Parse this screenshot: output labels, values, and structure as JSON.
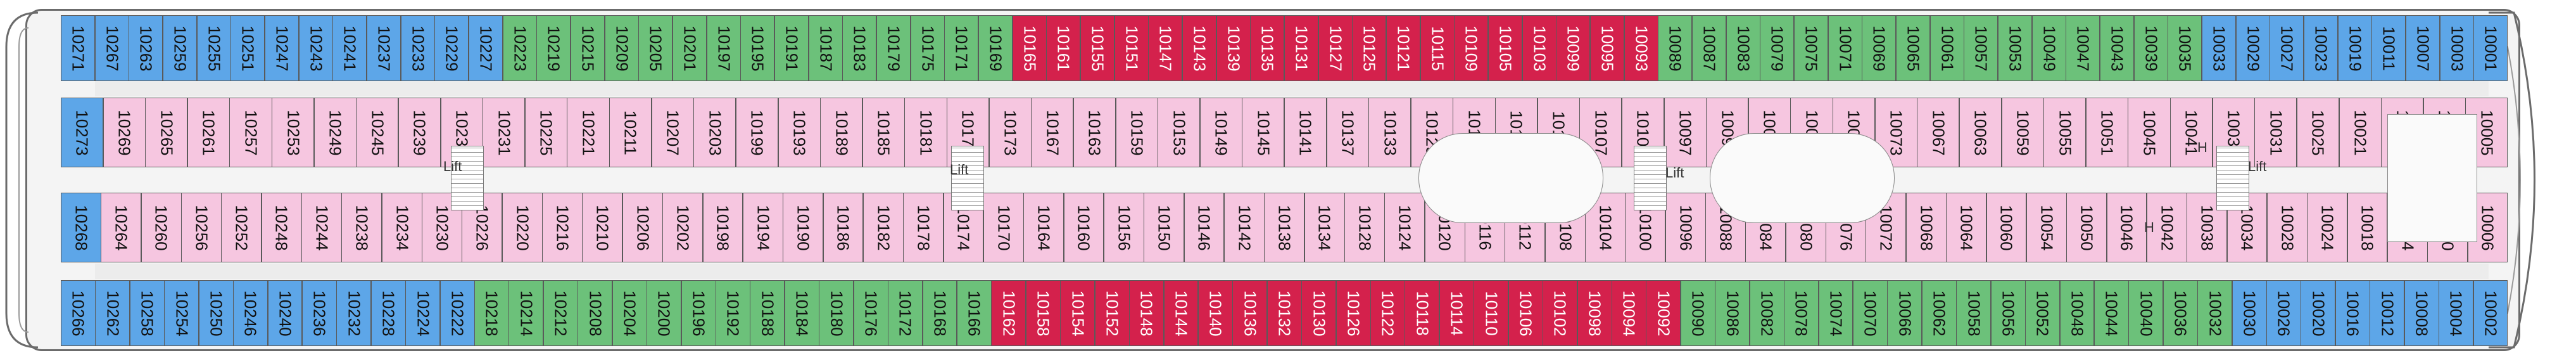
{
  "deck": {
    "lift_label": "Lift",
    "h_label": "H"
  },
  "legend_colors": {
    "suite": "#5da6e8",
    "balcony": "#6cc17a",
    "grand_suite": "#d4214c",
    "inside": "#f6c6e0"
  },
  "rows": {
    "top_outer": [
      {
        "n": "10271",
        "t": "suite"
      },
      {
        "n": "10267",
        "t": "suite"
      },
      {
        "n": "10263",
        "t": "suite"
      },
      {
        "n": "10259",
        "t": "suite"
      },
      {
        "n": "10255",
        "t": "suite"
      },
      {
        "n": "10251",
        "t": "suite"
      },
      {
        "n": "10247",
        "t": "suite"
      },
      {
        "n": "10243",
        "t": "suite"
      },
      {
        "n": "10241",
        "t": "suite"
      },
      {
        "n": "10237",
        "t": "suite"
      },
      {
        "n": "10233",
        "t": "suite"
      },
      {
        "n": "10229",
        "t": "suite"
      },
      {
        "n": "10227",
        "t": "suite"
      },
      {
        "n": "10223",
        "t": "balcony"
      },
      {
        "n": "10219",
        "t": "balcony"
      },
      {
        "n": "10215",
        "t": "balcony"
      },
      {
        "n": "10209",
        "t": "balcony"
      },
      {
        "n": "10205",
        "t": "balcony"
      },
      {
        "n": "10201",
        "t": "balcony"
      },
      {
        "n": "10197",
        "t": "balcony"
      },
      {
        "n": "10195",
        "t": "balcony"
      },
      {
        "n": "10191",
        "t": "balcony"
      },
      {
        "n": "10187",
        "t": "balcony"
      },
      {
        "n": "10183",
        "t": "balcony"
      },
      {
        "n": "10179",
        "t": "balcony"
      },
      {
        "n": "10175",
        "t": "balcony"
      },
      {
        "n": "10171",
        "t": "balcony"
      },
      {
        "n": "10169",
        "t": "balcony"
      },
      {
        "n": "10165",
        "t": "grand"
      },
      {
        "n": "10161",
        "t": "grand"
      },
      {
        "n": "10155",
        "t": "grand"
      },
      {
        "n": "10151",
        "t": "grand"
      },
      {
        "n": "10147",
        "t": "grand"
      },
      {
        "n": "10143",
        "t": "grand"
      },
      {
        "n": "10139",
        "t": "grand"
      },
      {
        "n": "10135",
        "t": "grand"
      },
      {
        "n": "10131",
        "t": "grand"
      },
      {
        "n": "10127",
        "t": "grand"
      },
      {
        "n": "10125",
        "t": "grand"
      },
      {
        "n": "10121",
        "t": "grand"
      },
      {
        "n": "10115",
        "t": "grand"
      },
      {
        "n": "10109",
        "t": "grand"
      },
      {
        "n": "10105",
        "t": "grand"
      },
      {
        "n": "10103",
        "t": "grand"
      },
      {
        "n": "10099",
        "t": "grand"
      },
      {
        "n": "10095",
        "t": "grand"
      },
      {
        "n": "10093",
        "t": "grand"
      },
      {
        "n": "10089",
        "t": "balcony"
      },
      {
        "n": "10087",
        "t": "balcony"
      },
      {
        "n": "10083",
        "t": "balcony"
      },
      {
        "n": "10079",
        "t": "balcony"
      },
      {
        "n": "10075",
        "t": "balcony"
      },
      {
        "n": "10071",
        "t": "balcony"
      },
      {
        "n": "10069",
        "t": "balcony"
      },
      {
        "n": "10065",
        "t": "balcony"
      },
      {
        "n": "10061",
        "t": "balcony"
      },
      {
        "n": "10057",
        "t": "balcony"
      },
      {
        "n": "10053",
        "t": "balcony"
      },
      {
        "n": "10049",
        "t": "balcony"
      },
      {
        "n": "10047",
        "t": "balcony"
      },
      {
        "n": "10043",
        "t": "balcony"
      },
      {
        "n": "10039",
        "t": "balcony"
      },
      {
        "n": "10035",
        "t": "balcony"
      },
      {
        "n": "10033",
        "t": "suite"
      },
      {
        "n": "10029",
        "t": "suite"
      },
      {
        "n": "10027",
        "t": "suite"
      },
      {
        "n": "10023",
        "t": "suite"
      },
      {
        "n": "10019",
        "t": "suite"
      },
      {
        "n": "10011",
        "t": "suite"
      },
      {
        "n": "10007",
        "t": "suite"
      },
      {
        "n": "10003",
        "t": "suite"
      },
      {
        "n": "10001",
        "t": "suite"
      }
    ],
    "top_inner": [
      {
        "n": "10273",
        "t": "suite"
      },
      {
        "n": "10269",
        "t": "inside"
      },
      {
        "n": "10265",
        "t": "inside"
      },
      {
        "n": "10261",
        "t": "inside"
      },
      {
        "n": "10257",
        "t": "inside"
      },
      {
        "n": "10253",
        "t": "inside"
      },
      {
        "n": "10249",
        "t": "inside"
      },
      {
        "n": "10245",
        "t": "inside"
      },
      {
        "n": "10239",
        "t": "inside"
      },
      {
        "n": "10235",
        "t": "inside"
      },
      {
        "n": "10231",
        "t": "inside"
      },
      {
        "n": "10225",
        "t": "inside"
      },
      {
        "n": "10221",
        "t": "inside"
      },
      {
        "n": "10211",
        "t": "inside"
      },
      {
        "n": "10207",
        "t": "inside"
      },
      {
        "n": "10203",
        "t": "inside"
      },
      {
        "n": "10199",
        "t": "inside"
      },
      {
        "n": "10193",
        "t": "inside"
      },
      {
        "n": "10189",
        "t": "inside"
      },
      {
        "n": "10185",
        "t": "inside"
      },
      {
        "n": "10181",
        "t": "inside"
      },
      {
        "n": "10177",
        "t": "inside"
      },
      {
        "n": "10173",
        "t": "inside"
      },
      {
        "n": "10167",
        "t": "inside"
      },
      {
        "n": "10163",
        "t": "inside"
      },
      {
        "n": "10159",
        "t": "inside"
      },
      {
        "n": "10153",
        "t": "inside"
      },
      {
        "n": "10149",
        "t": "inside"
      },
      {
        "n": "10145",
        "t": "inside"
      },
      {
        "n": "10141",
        "t": "inside"
      },
      {
        "n": "10137",
        "t": "inside"
      },
      {
        "n": "10133",
        "t": "inside"
      },
      {
        "n": "10129",
        "t": "inside"
      },
      {
        "n": "10123",
        "t": "inside"
      },
      {
        "n": "10119",
        "t": "inside"
      },
      {
        "n": "10111",
        "t": "inside"
      },
      {
        "n": "10107",
        "t": "inside"
      },
      {
        "n": "10101",
        "t": "inside"
      },
      {
        "n": "10097",
        "t": "inside"
      },
      {
        "n": "10091",
        "t": "inside"
      },
      {
        "n": "10085",
        "t": "inside"
      },
      {
        "n": "10081",
        "t": "inside"
      },
      {
        "n": "10077",
        "t": "inside"
      },
      {
        "n": "10073",
        "t": "inside"
      },
      {
        "n": "10067",
        "t": "inside"
      },
      {
        "n": "10063",
        "t": "inside"
      },
      {
        "n": "10059",
        "t": "inside"
      },
      {
        "n": "10055",
        "t": "inside"
      },
      {
        "n": "10051",
        "t": "inside"
      },
      {
        "n": "10045",
        "t": "inside"
      },
      {
        "n": "10041",
        "t": "inside"
      },
      {
        "n": "10037",
        "t": "inside"
      },
      {
        "n": "10031",
        "t": "inside"
      },
      {
        "n": "10025",
        "t": "inside"
      },
      {
        "n": "10021",
        "t": "inside"
      },
      {
        "n": "10015",
        "t": "inside"
      },
      {
        "n": "10009",
        "t": "inside"
      },
      {
        "n": "10005",
        "t": "inside"
      }
    ],
    "bottom_inner": [
      {
        "n": "10268",
        "t": "suite"
      },
      {
        "n": "10264",
        "t": "inside"
      },
      {
        "n": "10260",
        "t": "inside"
      },
      {
        "n": "10256",
        "t": "inside"
      },
      {
        "n": "10252",
        "t": "inside"
      },
      {
        "n": "10248",
        "t": "inside"
      },
      {
        "n": "10244",
        "t": "inside"
      },
      {
        "n": "10238",
        "t": "inside"
      },
      {
        "n": "10234",
        "t": "inside"
      },
      {
        "n": "10230",
        "t": "inside"
      },
      {
        "n": "10226",
        "t": "inside"
      },
      {
        "n": "10220",
        "t": "inside"
      },
      {
        "n": "10216",
        "t": "inside"
      },
      {
        "n": "10210",
        "t": "inside"
      },
      {
        "n": "10206",
        "t": "inside"
      },
      {
        "n": "10202",
        "t": "inside"
      },
      {
        "n": "10198",
        "t": "inside"
      },
      {
        "n": "10194",
        "t": "inside"
      },
      {
        "n": "10190",
        "t": "inside"
      },
      {
        "n": "10186",
        "t": "inside"
      },
      {
        "n": "10182",
        "t": "inside"
      },
      {
        "n": "10178",
        "t": "inside"
      },
      {
        "n": "10174",
        "t": "inside"
      },
      {
        "n": "10170",
        "t": "inside"
      },
      {
        "n": "10164",
        "t": "inside"
      },
      {
        "n": "10160",
        "t": "inside"
      },
      {
        "n": "10156",
        "t": "inside"
      },
      {
        "n": "10150",
        "t": "inside"
      },
      {
        "n": "10146",
        "t": "inside"
      },
      {
        "n": "10142",
        "t": "inside"
      },
      {
        "n": "10138",
        "t": "inside"
      },
      {
        "n": "10134",
        "t": "inside"
      },
      {
        "n": "10128",
        "t": "inside"
      },
      {
        "n": "10124",
        "t": "inside"
      },
      {
        "n": "10120",
        "t": "inside"
      },
      {
        "n": "10116",
        "t": "inside"
      },
      {
        "n": "10112",
        "t": "inside"
      },
      {
        "n": "10108",
        "t": "inside"
      },
      {
        "n": "10104",
        "t": "inside"
      },
      {
        "n": "10100",
        "t": "inside"
      },
      {
        "n": "10096",
        "t": "inside"
      },
      {
        "n": "10088",
        "t": "inside"
      },
      {
        "n": "10084",
        "t": "inside"
      },
      {
        "n": "10080",
        "t": "inside"
      },
      {
        "n": "10076",
        "t": "inside"
      },
      {
        "n": "10072",
        "t": "inside"
      },
      {
        "n": "10068",
        "t": "inside"
      },
      {
        "n": "10064",
        "t": "inside"
      },
      {
        "n": "10060",
        "t": "inside"
      },
      {
        "n": "10054",
        "t": "inside"
      },
      {
        "n": "10050",
        "t": "inside"
      },
      {
        "n": "10046",
        "t": "inside"
      },
      {
        "n": "10042",
        "t": "inside"
      },
      {
        "n": "10038",
        "t": "inside"
      },
      {
        "n": "10034",
        "t": "inside"
      },
      {
        "n": "10028",
        "t": "inside"
      },
      {
        "n": "10024",
        "t": "inside"
      },
      {
        "n": "10018",
        "t": "inside"
      },
      {
        "n": "10014",
        "t": "inside"
      },
      {
        "n": "10010",
        "t": "inside"
      },
      {
        "n": "10006",
        "t": "inside"
      }
    ],
    "bottom_outer": [
      {
        "n": "10266",
        "t": "suite"
      },
      {
        "n": "10262",
        "t": "suite"
      },
      {
        "n": "10258",
        "t": "suite"
      },
      {
        "n": "10254",
        "t": "suite"
      },
      {
        "n": "10250",
        "t": "suite"
      },
      {
        "n": "10246",
        "t": "suite"
      },
      {
        "n": "10240",
        "t": "suite"
      },
      {
        "n": "10236",
        "t": "suite"
      },
      {
        "n": "10232",
        "t": "suite"
      },
      {
        "n": "10228",
        "t": "suite"
      },
      {
        "n": "10224",
        "t": "suite"
      },
      {
        "n": "10222",
        "t": "suite"
      },
      {
        "n": "10218",
        "t": "balcony"
      },
      {
        "n": "10214",
        "t": "balcony"
      },
      {
        "n": "10212",
        "t": "balcony"
      },
      {
        "n": "10208",
        "t": "balcony"
      },
      {
        "n": "10204",
        "t": "balcony"
      },
      {
        "n": "10200",
        "t": "balcony"
      },
      {
        "n": "10196",
        "t": "balcony"
      },
      {
        "n": "10192",
        "t": "balcony"
      },
      {
        "n": "10188",
        "t": "balcony"
      },
      {
        "n": "10184",
        "t": "balcony"
      },
      {
        "n": "10180",
        "t": "balcony"
      },
      {
        "n": "10176",
        "t": "balcony"
      },
      {
        "n": "10172",
        "t": "balcony"
      },
      {
        "n": "10168",
        "t": "balcony"
      },
      {
        "n": "10166",
        "t": "balcony"
      },
      {
        "n": "10162",
        "t": "grand"
      },
      {
        "n": "10158",
        "t": "grand"
      },
      {
        "n": "10154",
        "t": "grand"
      },
      {
        "n": "10152",
        "t": "grand"
      },
      {
        "n": "10148",
        "t": "grand"
      },
      {
        "n": "10144",
        "t": "grand"
      },
      {
        "n": "10140",
        "t": "grand"
      },
      {
        "n": "10136",
        "t": "grand"
      },
      {
        "n": "10132",
        "t": "grand"
      },
      {
        "n": "10130",
        "t": "grand"
      },
      {
        "n": "10126",
        "t": "grand"
      },
      {
        "n": "10122",
        "t": "grand"
      },
      {
        "n": "10118",
        "t": "grand"
      },
      {
        "n": "10114",
        "t": "grand"
      },
      {
        "n": "10110",
        "t": "grand"
      },
      {
        "n": "10106",
        "t": "grand"
      },
      {
        "n": "10102",
        "t": "grand"
      },
      {
        "n": "10098",
        "t": "grand"
      },
      {
        "n": "10094",
        "t": "grand"
      },
      {
        "n": "10092",
        "t": "grand"
      },
      {
        "n": "10090",
        "t": "balcony"
      },
      {
        "n": "10086",
        "t": "balcony"
      },
      {
        "n": "10082",
        "t": "balcony"
      },
      {
        "n": "10078",
        "t": "balcony"
      },
      {
        "n": "10074",
        "t": "balcony"
      },
      {
        "n": "10070",
        "t": "balcony"
      },
      {
        "n": "10066",
        "t": "balcony"
      },
      {
        "n": "10062",
        "t": "balcony"
      },
      {
        "n": "10058",
        "t": "balcony"
      },
      {
        "n": "10056",
        "t": "balcony"
      },
      {
        "n": "10052",
        "t": "balcony"
      },
      {
        "n": "10048",
        "t": "balcony"
      },
      {
        "n": "10044",
        "t": "balcony"
      },
      {
        "n": "10040",
        "t": "balcony"
      },
      {
        "n": "10036",
        "t": "balcony"
      },
      {
        "n": "10032",
        "t": "balcony"
      },
      {
        "n": "10030",
        "t": "suite"
      },
      {
        "n": "10026",
        "t": "suite"
      },
      {
        "n": "10020",
        "t": "suite"
      },
      {
        "n": "10016",
        "t": "suite"
      },
      {
        "n": "10012",
        "t": "suite"
      },
      {
        "n": "10008",
        "t": "suite"
      },
      {
        "n": "10004",
        "t": "suite"
      },
      {
        "n": "10002",
        "t": "suite"
      }
    ]
  }
}
